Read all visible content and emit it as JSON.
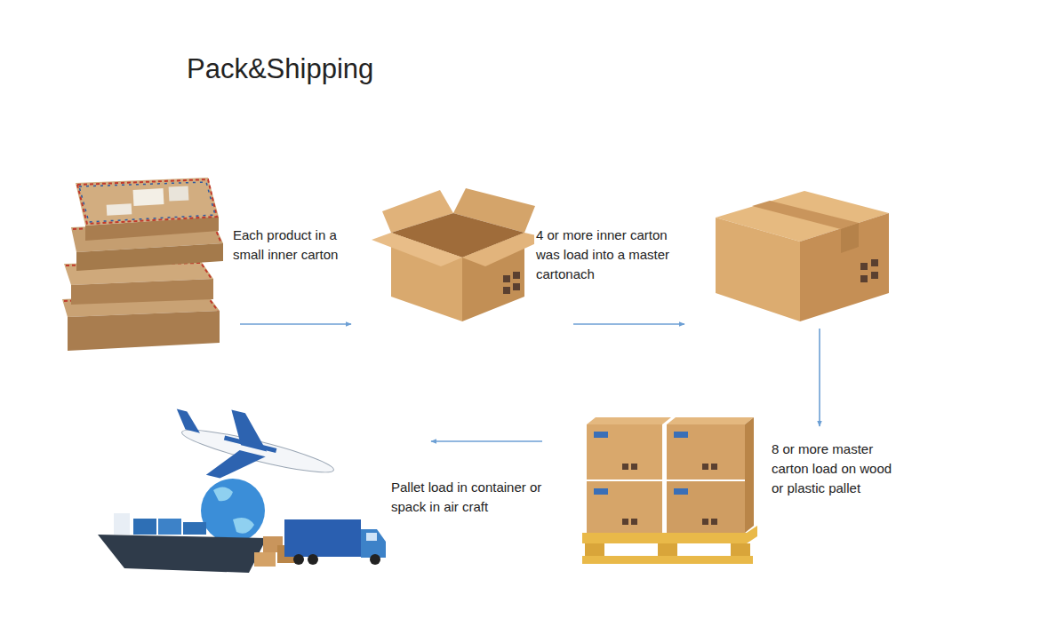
{
  "diagram": {
    "title": "Pack&Shipping",
    "nodes": [
      {
        "text": []
      },
      {
        "text": []
      },
      {
        "text": []
      },
      {
        "text": []
      },
      {
        "text": []
      }
    ],
    "edges": [
      {
        "from": 0,
        "to": 1,
        "arrow": "to",
        "label": "Each product in a small inner carton"
      },
      {
        "from": 1,
        "to": 2,
        "arrow": "to",
        "label": "4 or more inner carton was load into a master cartonach"
      },
      {
        "from": 2,
        "to": 3,
        "arrow": "to",
        "label": "8 or more master carton load on wood or plastic pallet"
      },
      {
        "from": 3,
        "to": 4,
        "arrow": "to",
        "label": "Pallet load in container or spack in air craft"
      }
    ]
  }
}
